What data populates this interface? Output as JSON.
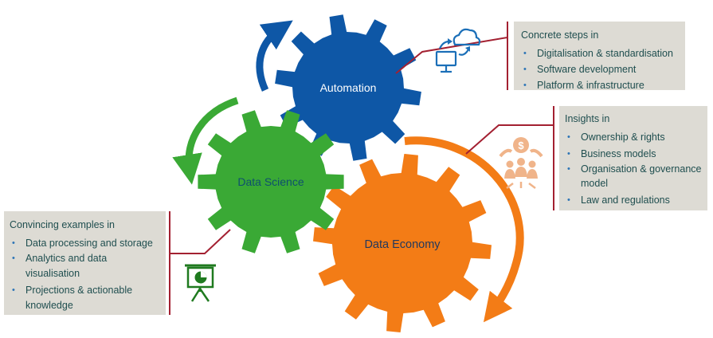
{
  "gears": {
    "automation": "Automation",
    "data_science": "Data Science",
    "data_economy": "Data Economy"
  },
  "panels": {
    "automation": {
      "heading": "Concrete steps in",
      "items": [
        "Digitalisation & standardisation",
        "Software development",
        "Platform & infrastructure"
      ]
    },
    "data_economy": {
      "heading": "Insights in",
      "items": [
        "Ownership & rights",
        "Business models",
        "Organisation & governance model",
        "Law and regulations"
      ]
    },
    "data_science": {
      "heading": "Convincing examples in",
      "items": [
        "Data processing and storage",
        "Analytics and data visualisation",
        "Projections & actionable knowledge"
      ]
    }
  },
  "icons": {
    "automation": "cloud-sync-computer-icon",
    "data_economy": "money-people-icon",
    "data_science": "presentation-chart-icon"
  },
  "colors": {
    "automation": "#0e57a6",
    "data_science": "#3aa935",
    "data_economy": "#f37c16",
    "connector": "#a32031",
    "panel_bg": "#dddbd4",
    "panel_text": "#1f4e4f"
  }
}
